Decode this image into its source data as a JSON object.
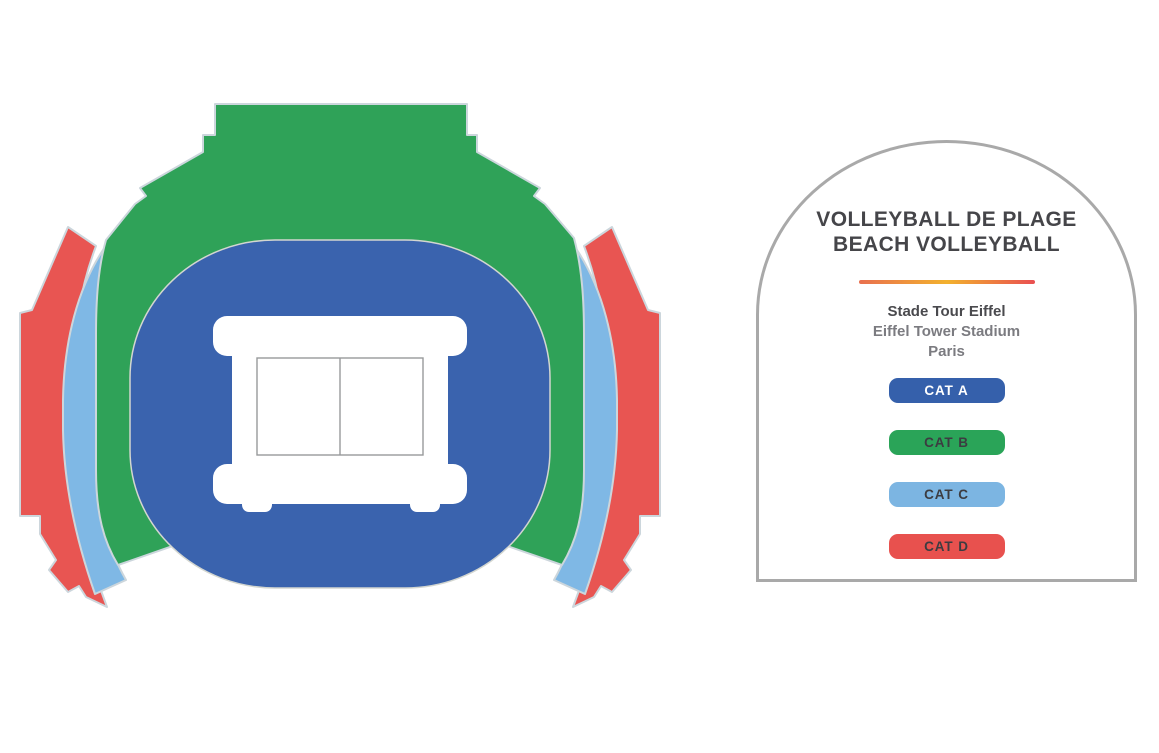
{
  "stadium_map": {
    "sections": [
      {
        "id": "cat-a",
        "label": "CAT A",
        "color": "#3a63ae"
      },
      {
        "id": "cat-b",
        "label": "CAT B",
        "color": "#2fa258"
      },
      {
        "id": "cat-c",
        "label": "CAT C",
        "color": "#7fb8e5"
      },
      {
        "id": "cat-d",
        "label": "CAT D",
        "color": "#e85552"
      }
    ],
    "field_color": "#ffffff",
    "court_line_color": "#98999b",
    "outline_color": "#ccd6dc"
  },
  "legend": {
    "title_line1": "VOLLEYBALL DE PLAGE",
    "title_line2": "BEACH VOLLEYBALL",
    "divider_colors": [
      "#e9704f",
      "#f2b12e",
      "#e94f51"
    ],
    "venue_name_fr": "Stade Tour Eiffel",
    "venue_name_en": "Eiffel Tower Stadium",
    "venue_city": "Paris",
    "border_color": "#a9a9a9",
    "categories": [
      {
        "label": "CAT A",
        "color": "#3560ab",
        "text_color": "#ffffff"
      },
      {
        "label": "CAT B",
        "color": "#2aa458",
        "text_color": "#3c3c41"
      },
      {
        "label": "CAT C",
        "color": "#7cb5e2",
        "text_color": "#3c3c41"
      },
      {
        "label": "CAT D",
        "color": "#e8514e",
        "text_color": "#3c3c41"
      }
    ]
  }
}
